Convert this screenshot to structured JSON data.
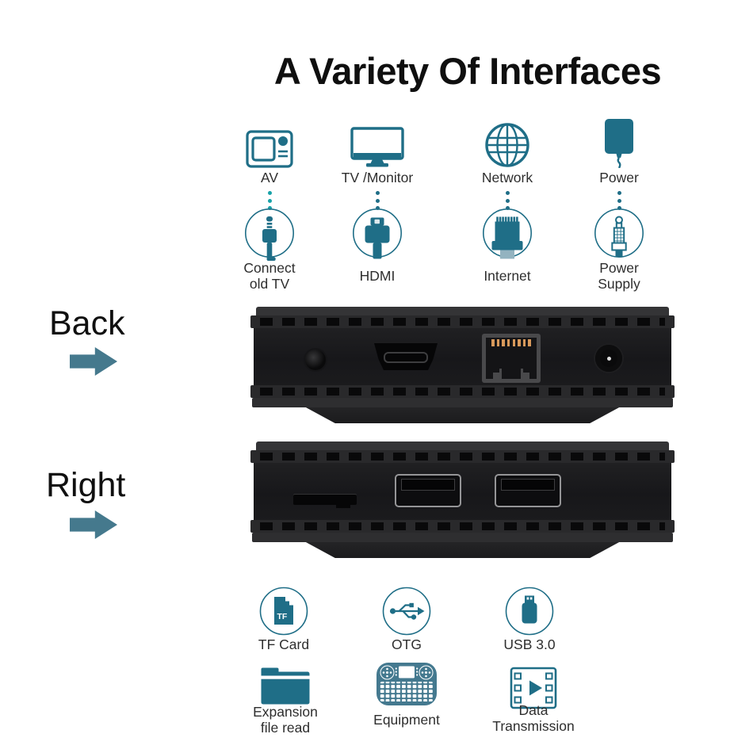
{
  "title": "A Variety Of Interfaces",
  "colors": {
    "teal": "#1f6e87",
    "teal_bright": "#18a2a8",
    "keyboard_teal": "#44798f",
    "ethernet_stem": "#93b3c0",
    "arrow": "#45798d",
    "text": "#2e2e2e",
    "heading": "#0f0f0f",
    "device_black": "#19191b",
    "ethernet_pins": "#d8995b"
  },
  "top_interfaces": [
    {
      "label": "AV",
      "icon": "av-tv-icon",
      "port_label": "Connect\nold TV",
      "port_icon": "audio-jack-plug-icon"
    },
    {
      "label": "TV /Monitor",
      "icon": "monitor-icon",
      "port_label": "HDMI",
      "port_icon": "hdmi-plug-icon"
    },
    {
      "label": "Network",
      "icon": "globe-icon",
      "port_label": "Internet",
      "port_icon": "ethernet-plug-icon"
    },
    {
      "label": "Power",
      "icon": "power-adapter-icon",
      "port_label": "Power\nSupply",
      "port_icon": "dc-plug-icon"
    }
  ],
  "views": [
    {
      "label": "Back",
      "ports": [
        "audio-jack-port",
        "hdmi-port",
        "ethernet-port",
        "dc-power-port"
      ]
    },
    {
      "label": "Right",
      "ports": [
        "tf-card-slot",
        "usb-port",
        "usb-port"
      ]
    }
  ],
  "bottom_interfaces": [
    {
      "label": "TF Card",
      "icon": "tf-card-icon",
      "icon_text": "TF"
    },
    {
      "label": "OTG",
      "icon": "usb-otg-icon"
    },
    {
      "label": "USB 3.0",
      "icon": "usb-flash-drive-icon"
    }
  ],
  "bottom_features": [
    {
      "label": "Expansion\nfile read",
      "icon": "folder-icon"
    },
    {
      "label": "Equipment",
      "icon": "mini-keyboard-icon"
    },
    {
      "label": "Data\nTransmission",
      "icon": "film-play-icon"
    }
  ]
}
